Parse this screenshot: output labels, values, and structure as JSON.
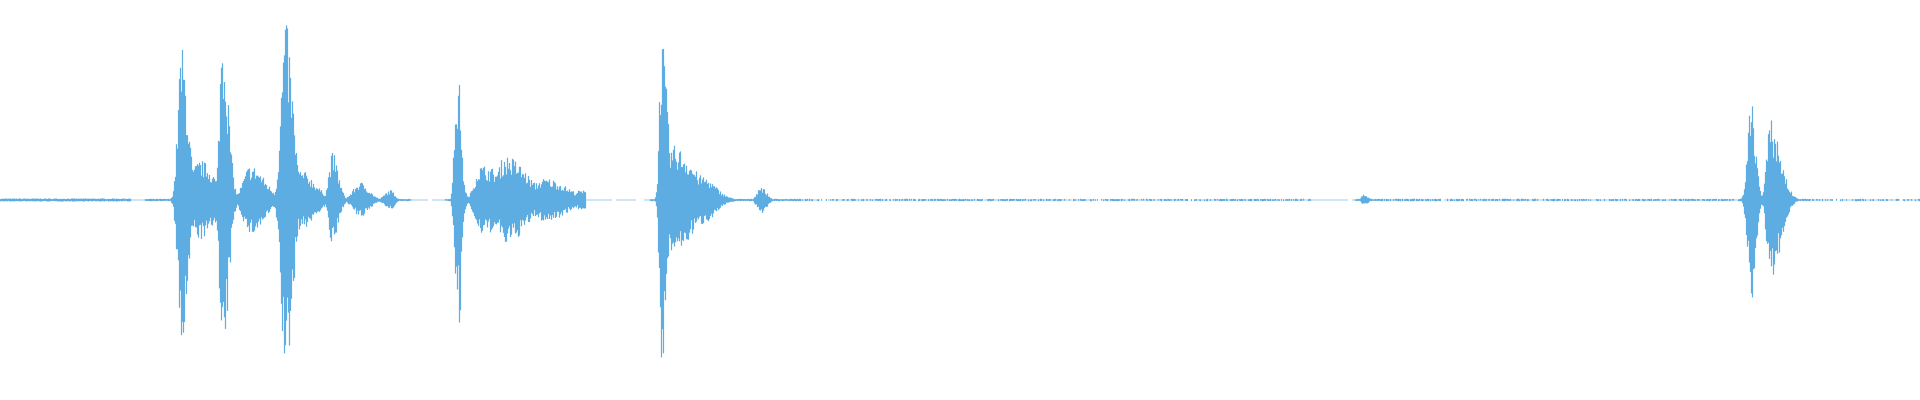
{
  "waveform": {
    "type": "audio-waveform",
    "color": "#5dade2",
    "background": "#ffffff",
    "channels": 1,
    "axes": "none",
    "grid": false
  }
}
